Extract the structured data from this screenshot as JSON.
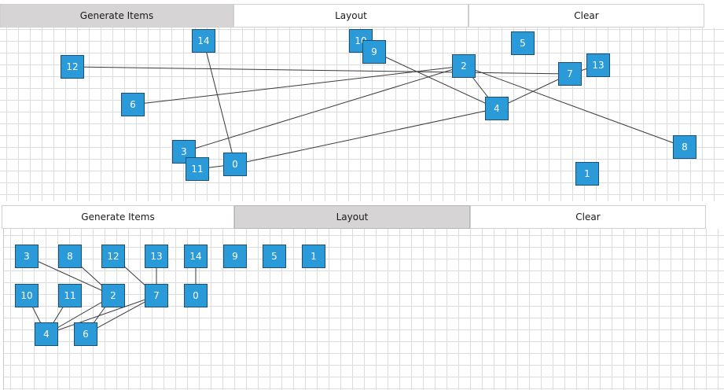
{
  "toolbar_top": {
    "buttons": [
      {
        "id": "generate",
        "label": "Generate Items",
        "active": true
      },
      {
        "id": "layout",
        "label": "Layout",
        "active": false
      },
      {
        "id": "clear",
        "label": "Clear",
        "active": false
      }
    ]
  },
  "toolbar_bottom": {
    "buttons": [
      {
        "id": "generate",
        "label": "Generate Items",
        "active": false
      },
      {
        "id": "layout",
        "label": "Layout",
        "active": true
      },
      {
        "id": "clear",
        "label": "Clear",
        "active": false
      }
    ]
  },
  "colors": {
    "node_fill": "#2a9ad8",
    "node_border": "#1d4f73",
    "active_button": "#d6d4d5",
    "grid_line": "#dcdcdc"
  },
  "graph_top": {
    "nodes": [
      {
        "label": "14"
      },
      {
        "label": "10"
      },
      {
        "label": "9"
      },
      {
        "label": "5"
      },
      {
        "label": "12"
      },
      {
        "label": "2"
      },
      {
        "label": "13"
      },
      {
        "label": "7"
      },
      {
        "label": "6"
      },
      {
        "label": "4"
      },
      {
        "label": "8"
      },
      {
        "label": "3"
      },
      {
        "label": "0"
      },
      {
        "label": "11"
      },
      {
        "label": "1"
      }
    ],
    "edges": [
      [
        "12",
        "7"
      ],
      [
        "6",
        "2"
      ],
      [
        "3",
        "2"
      ],
      [
        "2",
        "4"
      ],
      [
        "2",
        "8"
      ],
      [
        "9",
        "4"
      ],
      [
        "14",
        "0"
      ],
      [
        "0",
        "11"
      ],
      [
        "0",
        "4"
      ],
      [
        "4",
        "7"
      ],
      [
        "7",
        "13"
      ]
    ]
  },
  "graph_bottom": {
    "nodes": [
      {
        "label": "3"
      },
      {
        "label": "8"
      },
      {
        "label": "12"
      },
      {
        "label": "13"
      },
      {
        "label": "14"
      },
      {
        "label": "9"
      },
      {
        "label": "5"
      },
      {
        "label": "1"
      },
      {
        "label": "10"
      },
      {
        "label": "11"
      },
      {
        "label": "2"
      },
      {
        "label": "7"
      },
      {
        "label": "0"
      },
      {
        "label": "4"
      },
      {
        "label": "6"
      }
    ],
    "edges": [
      [
        "3",
        "2"
      ],
      [
        "8",
        "2"
      ],
      [
        "12",
        "7"
      ],
      [
        "13",
        "7"
      ],
      [
        "14",
        "0"
      ],
      [
        "10",
        "4"
      ],
      [
        "11",
        "4"
      ],
      [
        "2",
        "4"
      ],
      [
        "2",
        "6"
      ],
      [
        "7",
        "4"
      ],
      [
        "7",
        "6"
      ]
    ]
  }
}
